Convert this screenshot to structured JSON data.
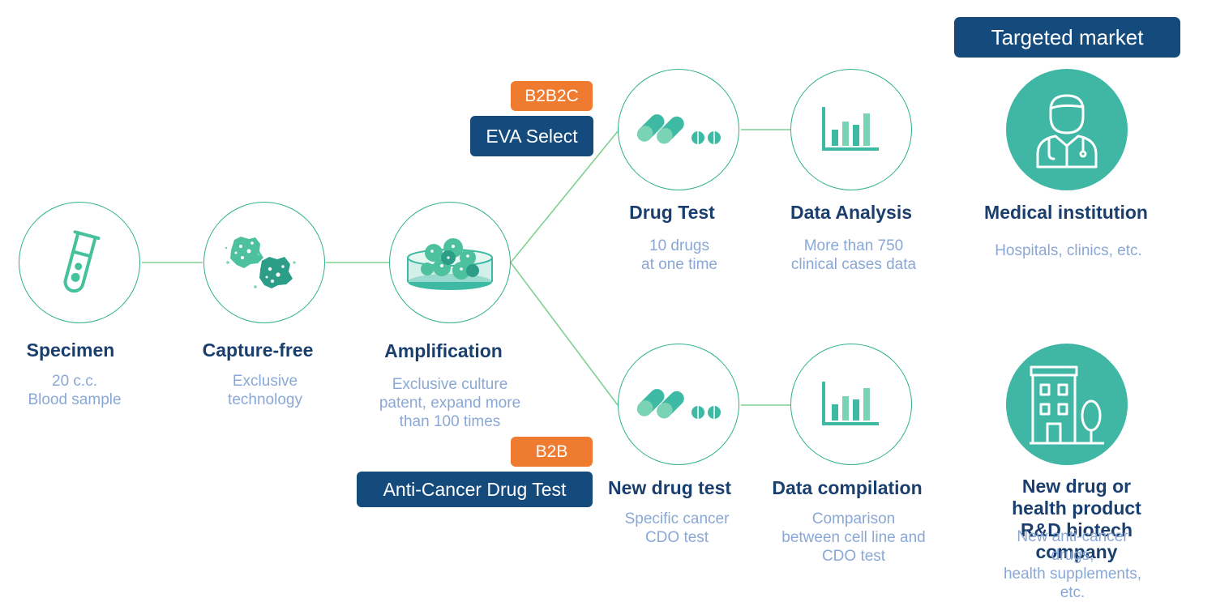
{
  "header": {
    "targeted_market_label": "Targeted market"
  },
  "tags": {
    "b2b2c": "B2B2C",
    "eva_select": "EVA Select",
    "b2b": "B2B",
    "anti_cancer_drug_test": "Anti-Cancer Drug Test"
  },
  "steps": {
    "specimen": {
      "title": "Specimen",
      "desc": "20 c.c.\nBlood sample",
      "icon": "test-tube-icon"
    },
    "capture_free": {
      "title": "Capture-free",
      "desc": "Exclusive\ntechnology",
      "icon": "cells-icon"
    },
    "amplification": {
      "title": "Amplification",
      "desc": "Exclusive culture\npatent, expand more\nthan 100 times",
      "icon": "petri-dish-icon"
    },
    "drug_test": {
      "title": "Drug Test",
      "desc": "10 drugs\nat one time",
      "icon": "pills-icon"
    },
    "data_analysis": {
      "title": "Data Analysis",
      "desc": "More than 750\nclinical cases data",
      "icon": "bar-chart-icon"
    },
    "medical_institution": {
      "title": "Medical institution",
      "desc": "Hospitals, clinics, etc.",
      "icon": "doctor-icon"
    },
    "new_drug_test": {
      "title": "New drug test",
      "desc": "Specific cancer\nCDO test",
      "icon": "pills-icon"
    },
    "data_compilation": {
      "title": "Data compilation",
      "desc": "Comparison\nbetween cell line and\nCDO test",
      "icon": "bar-chart-icon"
    },
    "biotech_company": {
      "title": "New drug or health product\nR&D biotech company",
      "desc": "New anti-cancer drugs,\nhealth supplements, etc.",
      "icon": "building-icon"
    }
  },
  "colors": {
    "navy": "#144a7c",
    "orange": "#ee7b30",
    "green_line": "#2fb08e",
    "teal_fill": "#3fb7a4",
    "title_text": "#1a3f6e",
    "desc_text": "#8aa8d6"
  }
}
